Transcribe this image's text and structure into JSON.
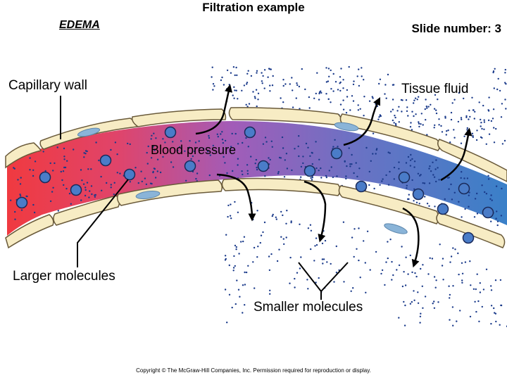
{
  "slide": {
    "title": "Filtration example",
    "topic": "EDEMA",
    "slide_number": "Slide number: 3",
    "copyright": "Copyright © The McGraw-Hill Companies, Inc. Permission required for reproduction or display."
  },
  "labels": {
    "capillary_wall": "Capillary wall",
    "tissue_fluid": "Tissue fluid",
    "blood_pressure": "Blood pressure",
    "larger_molecules": "Larger molecules",
    "smaller_molecules": "Smaller molecules"
  },
  "colors": {
    "arterial_blood": "#f0404c",
    "mid_blood": "#9a5cc0",
    "venous_blood": "#3a78c8",
    "wall_cell": "#f7ecc4",
    "wall_outline": "#6a5a3a",
    "nucleus": "#8ab4d8",
    "molecule_fill": "#4a7cc8",
    "small_molecule": "#1a3a8a"
  },
  "icons": [
    "large-molecule-icon",
    "small-molecule-dot-icon",
    "filtration-arrow-icon",
    "nucleus-icon"
  ]
}
